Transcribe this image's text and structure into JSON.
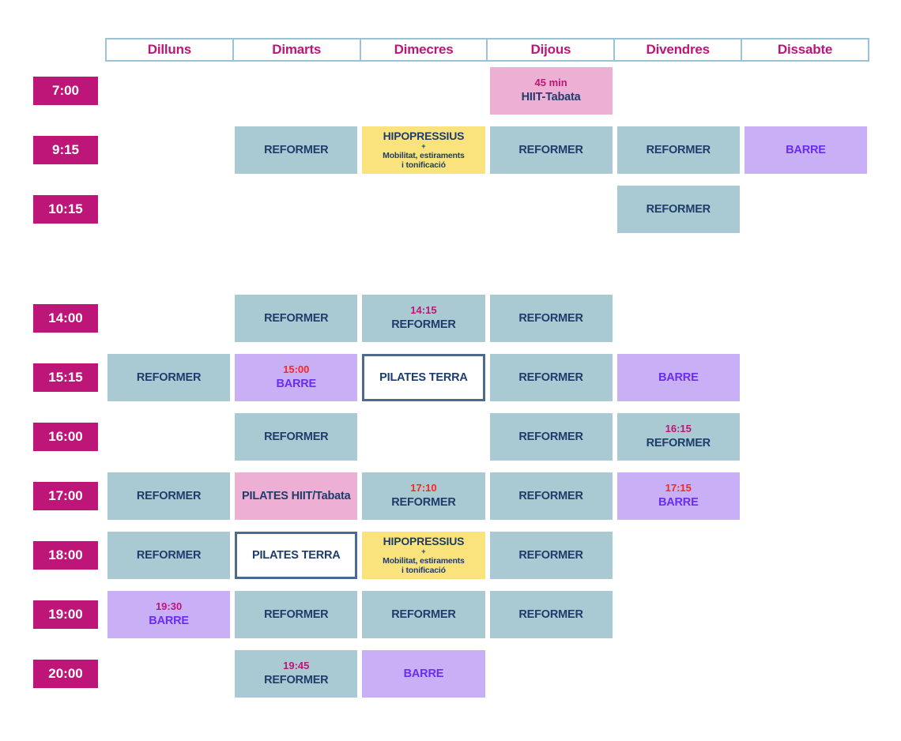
{
  "palette": {
    "magenta": "#BE1678",
    "red": "#F8281F",
    "navy": "#1E3D6B",
    "violet": "#6A2DF2",
    "cell_blue": "#A9CAD3",
    "cell_pink": "#EDAFD4",
    "cell_yellow": "#FAE37D",
    "cell_purple": "#C9AFF5",
    "outline_border": "#4A6B8D",
    "header_border": "#9CC3D5",
    "background": "#FFFFFF"
  },
  "days": [
    "Dilluns",
    "Dimarts",
    "Dimecres",
    "Dijous",
    "Divendres",
    "Dissabte"
  ],
  "schedule": {
    "rows": [
      {
        "time": "7:00",
        "big_gap": false,
        "cells": [
          null,
          null,
          null,
          {
            "style": "pink",
            "pre": "45 min",
            "pre_color": "magenta",
            "label": "HIIT-Tabata"
          },
          null,
          null
        ]
      },
      {
        "time": "9:15",
        "big_gap": false,
        "cells": [
          null,
          {
            "style": "blue",
            "label": "REFORMER"
          },
          {
            "style": "yellow",
            "label": "HIPOPRESSIUS",
            "plus": "+",
            "sub1": "Mobilitat, estiraments",
            "sub2": "i tonificació"
          },
          {
            "style": "blue",
            "label": "REFORMER"
          },
          {
            "style": "blue",
            "label": "REFORMER"
          },
          {
            "style": "purple",
            "label": "BARRE",
            "label_color": "violet"
          }
        ]
      },
      {
        "time": "10:15",
        "big_gap": false,
        "cells": [
          null,
          null,
          null,
          null,
          {
            "style": "blue",
            "label": "REFORMER"
          },
          null
        ]
      },
      {
        "time": "14:00",
        "big_gap": true,
        "cells": [
          null,
          {
            "style": "blue",
            "label": "REFORMER"
          },
          {
            "style": "blue",
            "pre": "14:15",
            "pre_color": "magenta",
            "label": "REFORMER"
          },
          {
            "style": "blue",
            "label": "REFORMER"
          },
          null,
          null
        ]
      },
      {
        "time": "15:15",
        "big_gap": false,
        "cells": [
          {
            "style": "blue",
            "label": "REFORMER"
          },
          {
            "style": "purple",
            "pre": "15:00",
            "pre_color": "red",
            "label": "BARRE",
            "label_color": "violet"
          },
          {
            "style": "outline",
            "label": "PILATES TERRA"
          },
          {
            "style": "blue",
            "label": "REFORMER"
          },
          {
            "style": "purple",
            "label": "BARRE",
            "label_color": "violet"
          },
          null
        ]
      },
      {
        "time": "16:00",
        "big_gap": false,
        "cells": [
          null,
          {
            "style": "blue",
            "label": "REFORMER"
          },
          null,
          {
            "style": "blue",
            "label": "REFORMER"
          },
          {
            "style": "blue",
            "pre": "16:15",
            "pre_color": "magenta",
            "label": "REFORMER"
          },
          null
        ]
      },
      {
        "time": "17:00",
        "big_gap": false,
        "cells": [
          {
            "style": "blue",
            "label": "REFORMER"
          },
          {
            "style": "pink",
            "label": "PILATES HIIT/Tabata"
          },
          {
            "style": "blue",
            "pre": "17:10",
            "pre_color": "red",
            "label": "REFORMER"
          },
          {
            "style": "blue",
            "label": "REFORMER"
          },
          {
            "style": "purple",
            "pre": "17:15",
            "pre_color": "red",
            "label": "BARRE",
            "label_color": "violet"
          },
          null
        ]
      },
      {
        "time": "18:00",
        "big_gap": false,
        "cells": [
          {
            "style": "blue",
            "label": "REFORMER"
          },
          {
            "style": "outline",
            "label": "PILATES TERRA"
          },
          {
            "style": "yellow",
            "label": "HIPOPRESSIUS",
            "plus": "+",
            "sub1": "Mobilitat, estiraments",
            "sub2": "i tonificació"
          },
          {
            "style": "blue",
            "label": "REFORMER"
          },
          null,
          null
        ]
      },
      {
        "time": "19:00",
        "big_gap": false,
        "cells": [
          {
            "style": "purple",
            "pre": "19:30",
            "pre_color": "magenta",
            "label": "BARRE",
            "label_color": "violet"
          },
          {
            "style": "blue",
            "label": "REFORMER"
          },
          {
            "style": "blue",
            "label": "REFORMER"
          },
          {
            "style": "blue",
            "label": "REFORMER"
          },
          null,
          null
        ]
      },
      {
        "time": "20:00",
        "big_gap": false,
        "cells": [
          null,
          {
            "style": "blue",
            "pre": "19:45",
            "pre_color": "magenta",
            "label": "REFORMER"
          },
          {
            "style": "purple",
            "label": "BARRE",
            "label_color": "violet"
          },
          null,
          null,
          null
        ]
      }
    ]
  }
}
